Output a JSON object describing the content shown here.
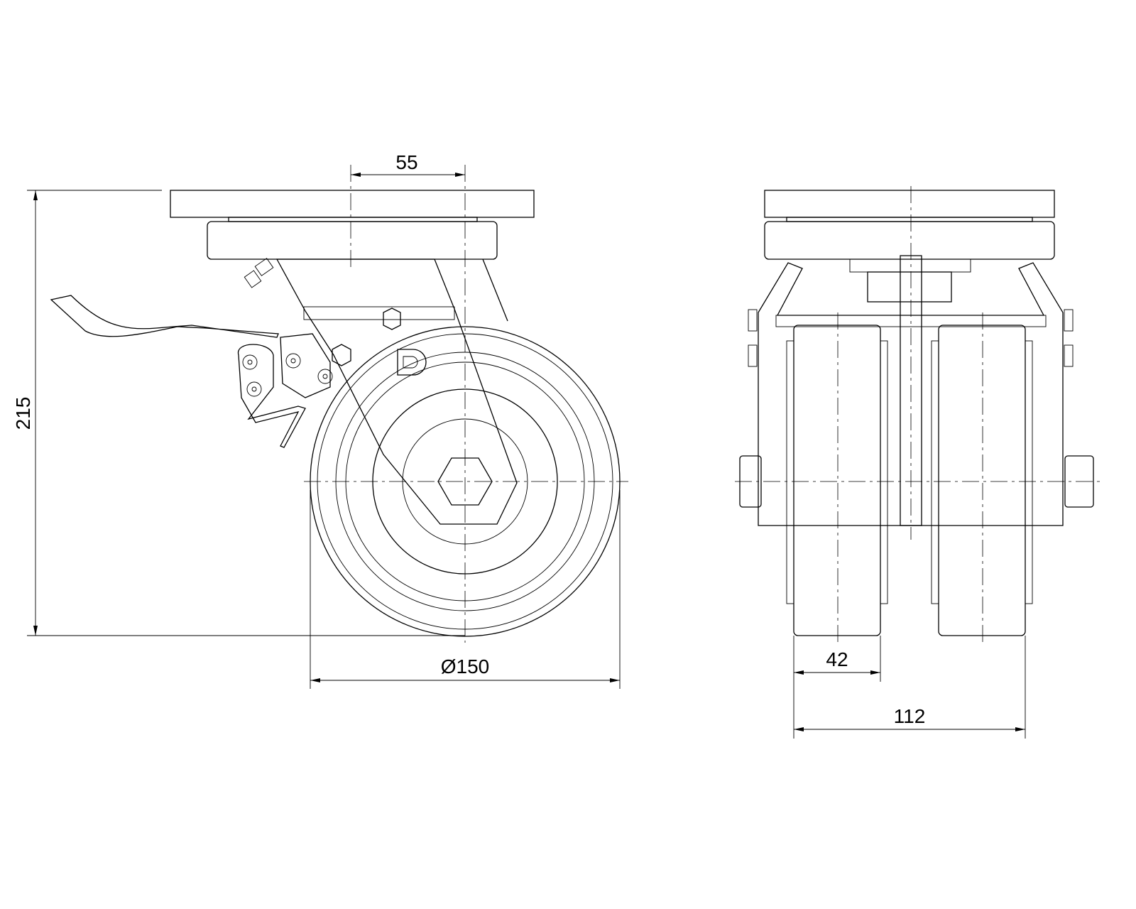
{
  "drawing": {
    "dimensions": {
      "swivel_offset": "55",
      "overall_height": "215",
      "wheel_diameter": "Ø150",
      "wheel_width": "42",
      "overall_width": "112"
    },
    "logo": "D",
    "line_color": "#000000",
    "background": "#ffffff"
  }
}
